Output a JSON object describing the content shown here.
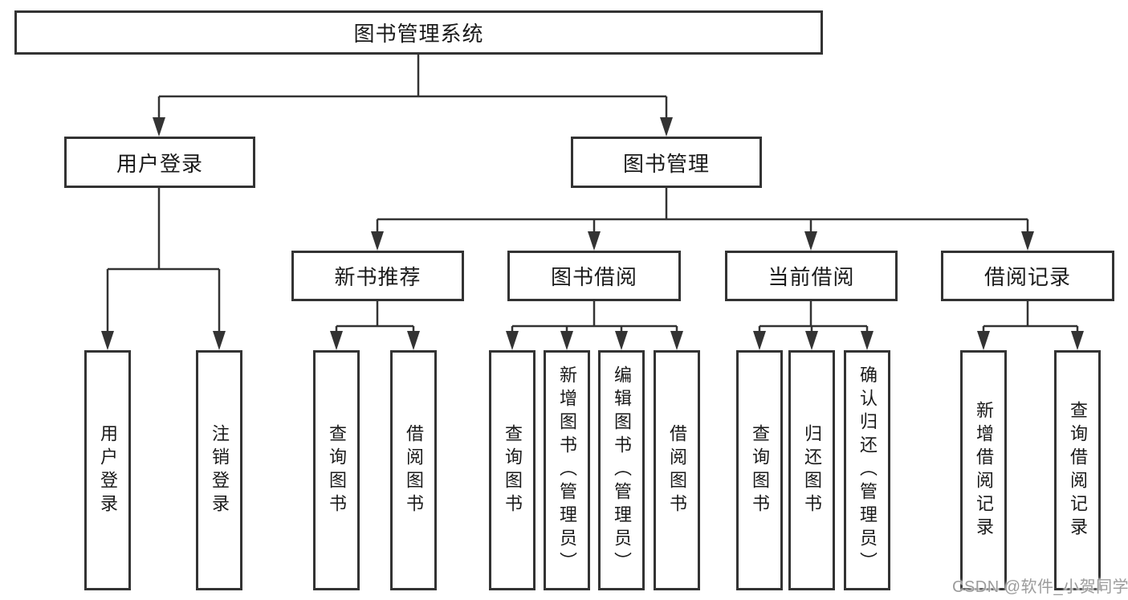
{
  "title": "图书管理系统",
  "watermark": "CSDN @软件_小贺同学",
  "colors": {
    "line": "#333333",
    "box_border": "#333333",
    "box_fill": "#ffffff",
    "text": "#1a1a1a",
    "watermark": "#9c9c9c"
  },
  "nodes": {
    "root": {
      "label": "图书管理系统"
    },
    "user_login": {
      "label": "用户登录"
    },
    "book_mgmt": {
      "label": "图书管理"
    },
    "new_book": {
      "label": "新书推荐"
    },
    "book_borrow": {
      "label": "图书借阅"
    },
    "current_borrow": {
      "label": "当前借阅"
    },
    "borrow_record": {
      "label": "借阅记录"
    },
    "leaf_user_login": {
      "label": "用户登录"
    },
    "leaf_logout": {
      "label": "注销登录"
    },
    "leaf_nb_query": {
      "label": "查询图书"
    },
    "leaf_nb_borrow": {
      "label": "借阅图书"
    },
    "leaf_bb_query": {
      "label": "查询图书"
    },
    "leaf_bb_add": {
      "label": "新增图书（管理员）"
    },
    "leaf_bb_edit": {
      "label": "编辑图书（管理员）"
    },
    "leaf_bb_borrow": {
      "label": "借阅图书"
    },
    "leaf_cb_query": {
      "label": "查询图书"
    },
    "leaf_cb_return": {
      "label": "归还图书"
    },
    "leaf_cb_confirm": {
      "label": "确认归还（管理员）"
    },
    "leaf_br_add": {
      "label": "新增借阅记录"
    },
    "leaf_br_query": {
      "label": "查询借阅记录"
    }
  },
  "hierarchy": {
    "图书管理系统": {
      "用户登录": [
        "用户登录",
        "注销登录"
      ],
      "图书管理": {
        "新书推荐": [
          "查询图书",
          "借阅图书"
        ],
        "图书借阅": [
          "查询图书",
          "新增图书（管理员）",
          "编辑图书（管理员）",
          "借阅图书"
        ],
        "当前借阅": [
          "查询图书",
          "归还图书",
          "确认归还（管理员）"
        ],
        "借阅记录": [
          "新增借阅记录",
          "查询借阅记录"
        ]
      }
    }
  }
}
